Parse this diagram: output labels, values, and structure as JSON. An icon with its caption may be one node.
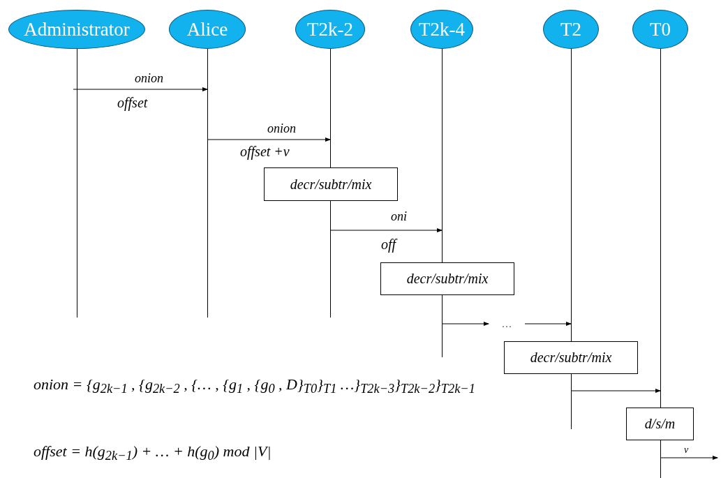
{
  "diagram": {
    "nodes": [
      {
        "text": [
          "Administrator"
        ]
      },
      {
        "text": [
          "Alice"
        ]
      },
      {
        "text": [
          "T2k-2"
        ]
      },
      {
        "text": [
          "T2k-4"
        ]
      },
      {
        "text": [
          "T2"
        ]
      },
      {
        "text": [
          "T0"
        ]
      },
      {
        "text": [
          "decr/subtr/mix"
        ]
      },
      {
        "text": [
          "decr/subtr/mix"
        ]
      },
      {
        "text": [
          "…"
        ]
      },
      {
        "text": [
          "decr/subtr/mix"
        ]
      },
      {
        "text": [
          "d/s/m"
        ]
      }
    ],
    "edges": [
      {
        "from": 0,
        "to": 1,
        "arrow": "to",
        "label": "onion"
      },
      {
        "from": 1,
        "to": 2,
        "arrow": "to",
        "label": "onion"
      },
      {
        "from": 2,
        "to": 3,
        "arrow": "to",
        "label": "oni"
      },
      {
        "from": 3,
        "to": 8,
        "arrow": "to"
      },
      {
        "from": 8,
        "to": 4,
        "arrow": "to"
      },
      {
        "from": 4,
        "to": 5,
        "arrow": "to"
      },
      {
        "from": 5,
        "to": null,
        "arrow": "to",
        "label": "v"
      }
    ],
    "labels": [
      "offset",
      "offset +v",
      "off",
      "onion = {g$_{2k−1}$ , {g$_{2k−2}$ , {… , {g$_{1}$ , {g$_{0}$ , D}$_{T0}$}$_{T1}$ …}$_{T2k−3}$}$_{T2k−2}$}$_{T2k−1}$",
      "offset = h(g$_{2k−1}$) + … + h(g$_{0}$) mod |V|"
    ]
  }
}
